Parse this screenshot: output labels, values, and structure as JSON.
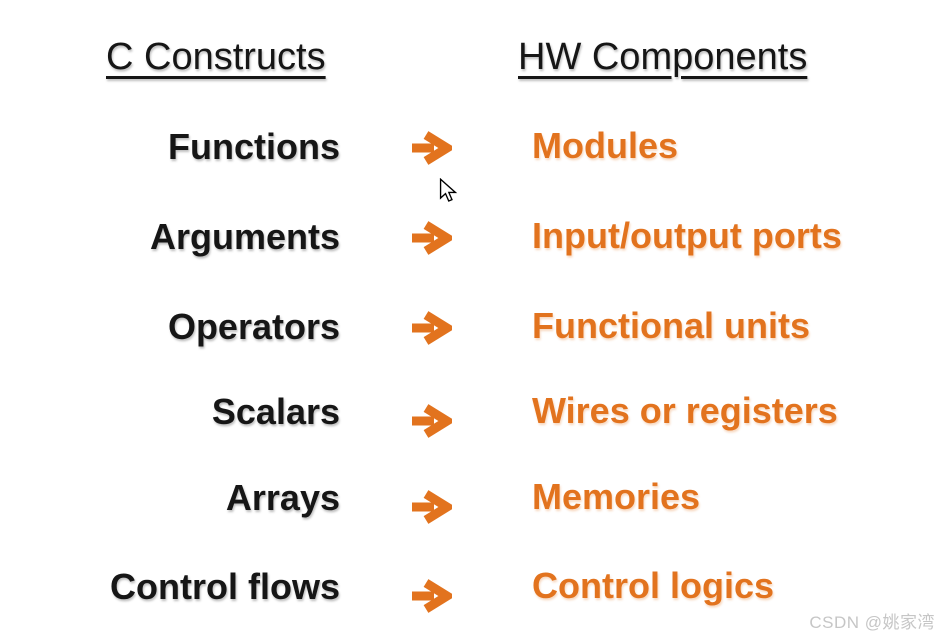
{
  "page": {
    "background": "#ffffff",
    "accent_orange": "#E2731E",
    "text_black": "#161616",
    "watermark_color": "#c6c6c6"
  },
  "headers": {
    "left": "C Constructs",
    "right": "HW Components"
  },
  "rows": [
    {
      "c": "Functions",
      "hw": "Modules"
    },
    {
      "c": "Arguments",
      "hw": "Input/output ports"
    },
    {
      "c": "Operators",
      "hw": "Functional units"
    },
    {
      "c": "Scalars",
      "hw": "Wires or registers"
    },
    {
      "c": "Arrays",
      "hw": "Memories"
    },
    {
      "c": "Control flows",
      "hw": "Control logics"
    }
  ],
  "icons": {
    "arrow": "right-arrow",
    "cursor": "mouse-pointer"
  },
  "watermark": "CSDN @姚家湾"
}
